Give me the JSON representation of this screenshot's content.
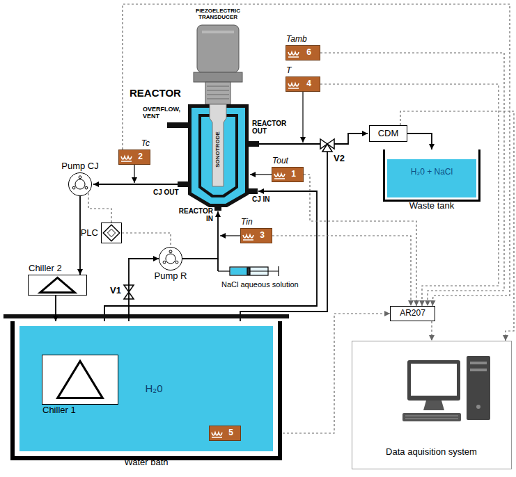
{
  "diagram": {
    "nodes": [
      {
        "text": [
          "CDM"
        ]
      },
      {
        "text": [
          "Waste tank",
          "H₂0 + NaCl"
        ]
      },
      {
        "text": [
          "AR207"
        ]
      },
      {
        "text": [
          "Data aquisition system"
        ]
      },
      {
        "text": [
          "Water bath",
          "H₂0"
        ]
      },
      {
        "text": [
          "Chiller 1"
        ],
        "in": 4
      },
      {
        "text": [
          "5"
        ],
        "in": 4
      },
      {
        "text": [
          "Chiller 2"
        ]
      },
      {
        "text": [
          "PLC"
        ]
      },
      {
        "text": [
          "Pump CJ"
        ]
      },
      {
        "text": [
          "Pump R"
        ]
      },
      {
        "text": [
          "Tamb",
          "6"
        ]
      },
      {
        "text": [
          "T",
          "4"
        ]
      },
      {
        "text": [
          "Tc",
          "2"
        ]
      },
      {
        "text": [
          "Tout",
          "1"
        ]
      },
      {
        "text": [
          "Tin",
          "3"
        ]
      }
    ],
    "edges": [
      {
        "from": 11,
        "to": 2,
        "arrow": "to"
      },
      {
        "from": 12,
        "to": 2,
        "arrow": "to"
      },
      {
        "from": 13,
        "to": 2,
        "arrow": "to"
      },
      {
        "from": 14,
        "to": 2,
        "arrow": "to"
      },
      {
        "from": 15,
        "to": 2,
        "arrow": "to"
      },
      {
        "from": 6,
        "to": 2,
        "arrow": "to"
      },
      {
        "from": 2,
        "to": 3,
        "arrow": "to"
      },
      {
        "from": 0,
        "to": 3,
        "arrow": "to"
      },
      {
        "from": 0,
        "to": 1,
        "arrow": "to"
      },
      {
        "from": 8,
        "to": 9,
        "arrow": "none"
      },
      {
        "from": 8,
        "to": 10,
        "arrow": "none"
      },
      {
        "from": 9,
        "to": 7,
        "arrow": "to"
      },
      {
        "from": 7,
        "to": 4,
        "arrow": "to"
      },
      {
        "from": 4,
        "to": 10,
        "arrow": "to"
      }
    ],
    "labels": [
      "PIEZOELECTRIC TRANSDUCER",
      "REACTOR",
      "OVERFLOW, VENT",
      "REACTOR OUT",
      "SONOTRODE",
      "CJ OUT",
      "CJ IN",
      "REACTOR IN",
      "V2",
      "V1",
      "NaCl aqueous solution"
    ]
  }
}
